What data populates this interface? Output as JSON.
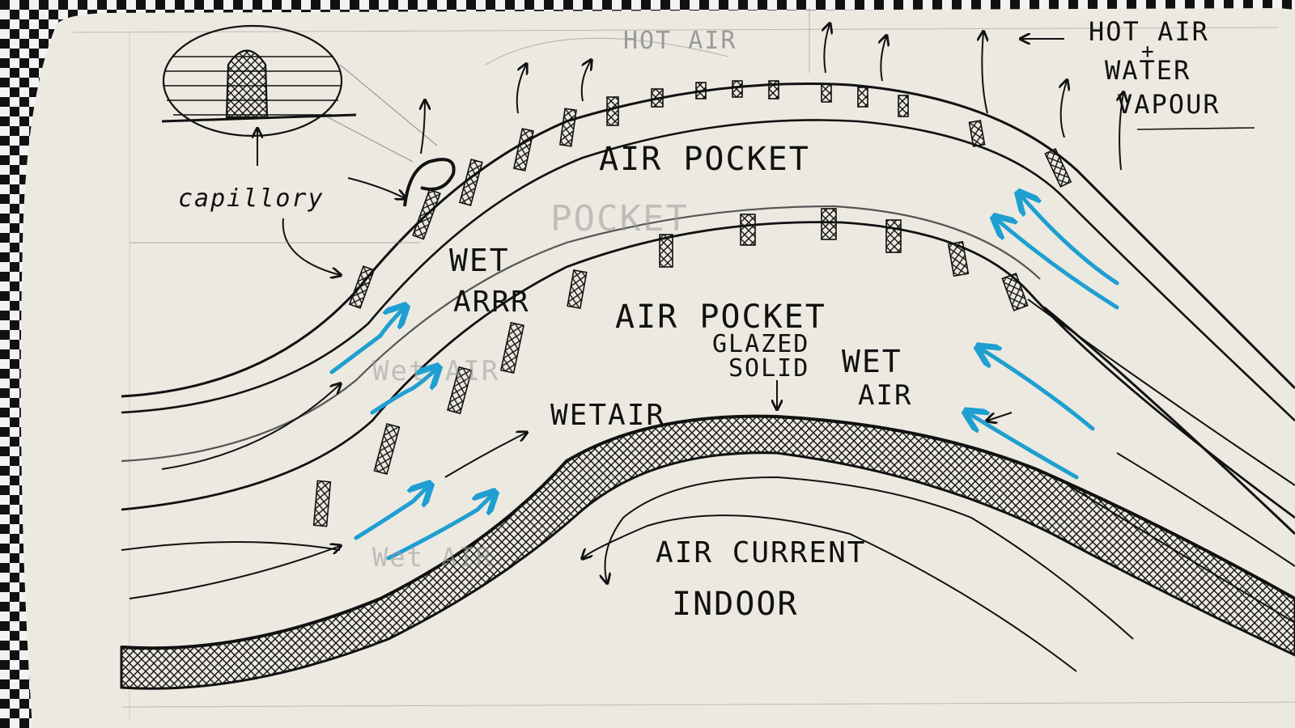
{
  "labels": {
    "hot_air_top": "HOT AIR",
    "hot_air_water_1": "HOT AIR",
    "hot_air_water_plus": "+",
    "hot_air_water_2": "WATER",
    "hot_air_water_3": "VAPOUR",
    "air_pocket_1": "AIR POCKET",
    "air_pocket_2": "AIR POCKET",
    "capillary": "capillory",
    "wet_arr_1": "WET",
    "wet_arr_2": "ARRR",
    "glazed_solid": "GLAZED",
    "solid": "SOLID",
    "wet_air_mid": "WETAIR",
    "wet_air_right_1": "WET",
    "wet_air_right_2": "AIR",
    "air_current": "AIR CURRENT",
    "indoor": "INDOOR",
    "ghost_pocket": "POCKET",
    "ghost_wet": "Wet AIR",
    "ghost_wet_2": "Wet AIR"
  },
  "colors": {
    "paper": "#ece9e1",
    "ink": "#111111",
    "pencil": "#9a9a9a",
    "blue": "#1f9fd1"
  }
}
